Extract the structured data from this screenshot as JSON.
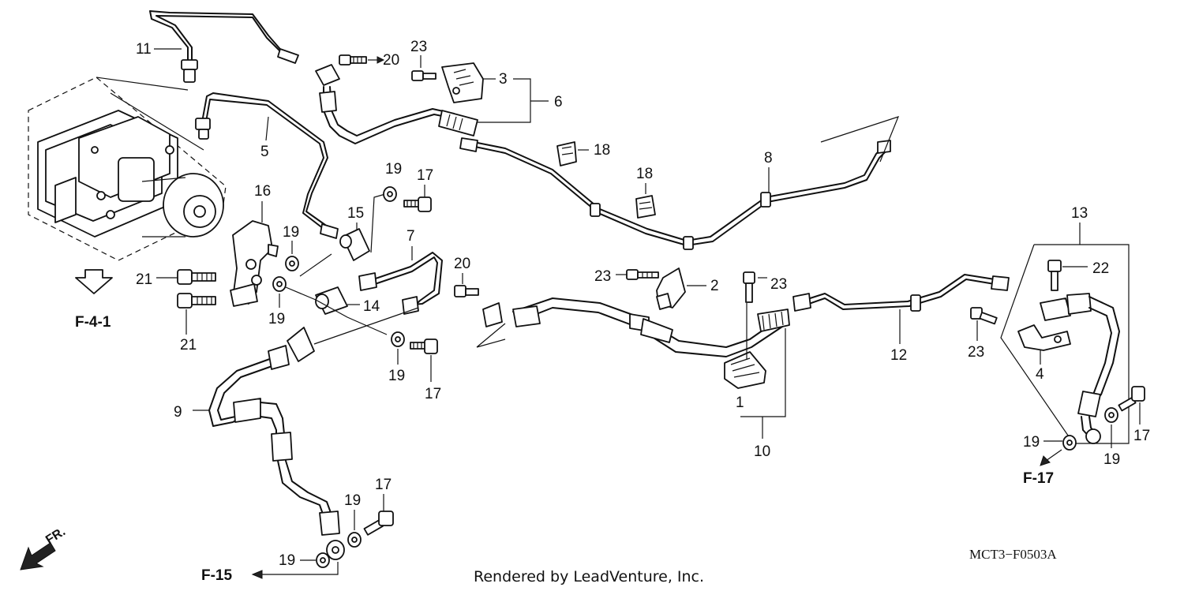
{
  "callouts": {
    "c1": "1",
    "c2": "2",
    "c3": "3",
    "c4": "4",
    "c5": "5",
    "c6": "6",
    "c7": "7",
    "c8": "8",
    "c9": "9",
    "c10": "10",
    "c11": "11",
    "c12": "12",
    "c13": "13",
    "c14": "14",
    "c15": "15",
    "c16": "16",
    "c17a": "17",
    "c17b": "17",
    "c17c": "17",
    "c17d": "17",
    "c18a": "18",
    "c18b": "18",
    "c19a": "19",
    "c19b": "19",
    "c19c": "19",
    "c19d": "19",
    "c19e": "19",
    "c19f": "19",
    "c19g": "19",
    "c19h": "19",
    "c20a": "20",
    "c20b": "20",
    "c21a": "21",
    "c21b": "21",
    "c22": "22",
    "c23a": "23",
    "c23b": "23",
    "c23c": "23",
    "c23d": "23"
  },
  "references": {
    "f41": "F-4-1",
    "f15": "F-15",
    "f17": "F-17"
  },
  "front_indicator": "FR.",
  "diagram_code": "MCT3−F0503A",
  "credit": "Rendered by LeadVenture, Inc."
}
